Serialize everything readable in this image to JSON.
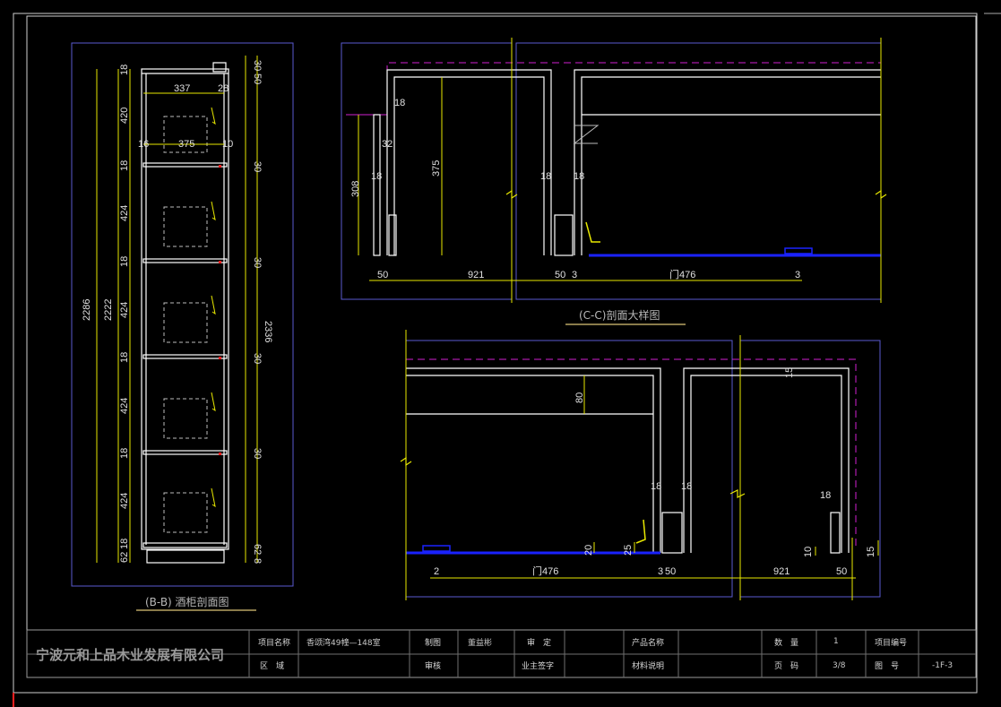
{
  "views": {
    "bb": {
      "caption": "(B-B) 酒柜剖面图",
      "dims_left": [
        "18",
        "420",
        "18",
        "424",
        "18",
        "424",
        "18",
        "424",
        "18",
        "424",
        "18",
        "62"
      ],
      "overall_a": "2286",
      "overall_b": "2222",
      "overall_right": "2336",
      "right_dims": [
        "30",
        "50",
        "30",
        "30",
        "30",
        "30",
        "62",
        "8"
      ],
      "top_width": "337",
      "top_right": "28",
      "inner_left": "16",
      "inner_width": "375",
      "inner_right": "10"
    },
    "cc": {
      "caption": "(C-C)剖面大样图",
      "h308": "308",
      "h375": "375",
      "t18a": "18",
      "t32": "32",
      "t18b": "18",
      "t18c": "18",
      "t18d": "18",
      "b50a": "50",
      "b921": "921",
      "b50b": "50",
      "b3a": "3",
      "door": "门476",
      "b3b": "3"
    },
    "dd": {
      "h80": "80",
      "t15": "15",
      "t18a": "18",
      "t18b": "18",
      "t18c": "18",
      "h20": "20",
      "h25": "25",
      "h10": "10",
      "h15": "15",
      "b2": "2",
      "door": "门476",
      "b3": "3",
      "b50a": "50",
      "b921": "921",
      "b50b": "50"
    }
  },
  "title_block": {
    "company": "宁波元和上品木业发展有限公司",
    "project_label": "项目名称",
    "project_value": "香颂湾49幢—148室",
    "area_label": "区　域",
    "drawn_label": "制图",
    "drawn_value": "董益彬",
    "review_label": "审核",
    "approve_label": "审　定",
    "owner_sign_label": "业主签字",
    "product_label": "产品名称",
    "material_label": "材料说明",
    "qty_label": "数　量",
    "qty_value": "1",
    "page_label": "页　码",
    "page_value": "3/8",
    "projno_label": "项目编号",
    "drawno_label": "图　号",
    "drawno_value": "-1F-3"
  },
  "colors": {
    "line": "#ffffff",
    "frame_blue": "#5a5ad0",
    "yellow": "#e8e800",
    "magenta": "#d020d0",
    "glass_blue": "#1a22ff",
    "red": "#ff2020",
    "gray": "#9a9a9a"
  }
}
